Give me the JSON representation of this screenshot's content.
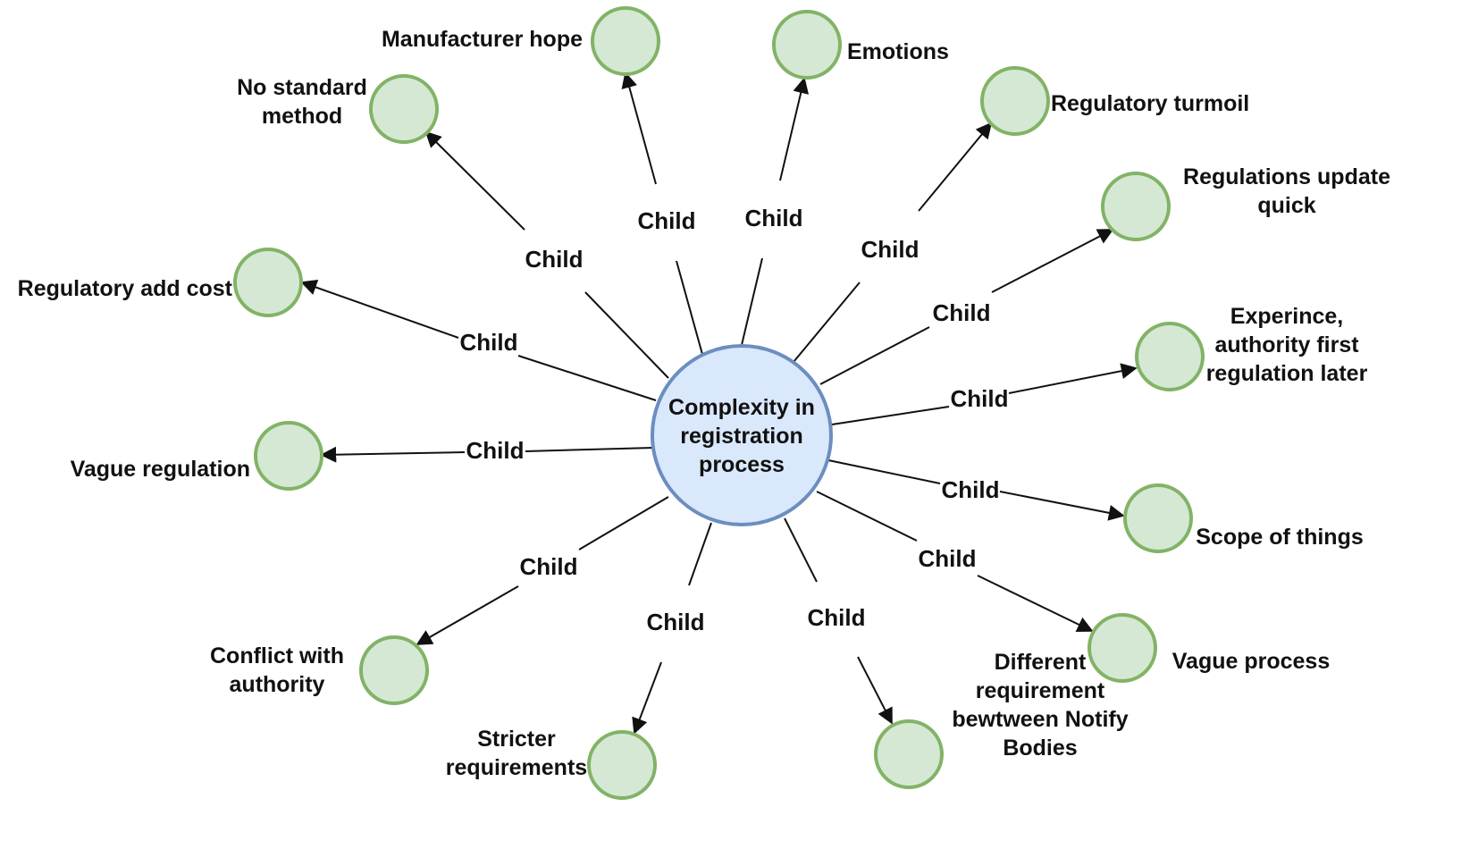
{
  "center": {
    "lines": [
      "Complexity in",
      "registration",
      "process"
    ],
    "fill": "#dae8fc",
    "stroke": "#6c8ebf"
  },
  "child_style": {
    "fill": "#d5e8d4",
    "stroke": "#82b366"
  },
  "edge_label": "Child",
  "children": [
    {
      "id": "manufacturer-hope",
      "lines": [
        "Manufacturer hope"
      ]
    },
    {
      "id": "emotions",
      "lines": [
        "Emotions"
      ]
    },
    {
      "id": "regulatory-turmoil",
      "lines": [
        "Regulatory turmoil"
      ]
    },
    {
      "id": "regulations-update-quick",
      "lines": [
        "Regulations update",
        "quick"
      ]
    },
    {
      "id": "experience-authority-first",
      "lines": [
        "Experince,",
        "authority first",
        "regulation later"
      ]
    },
    {
      "id": "scope-of-things",
      "lines": [
        "Scope of things"
      ]
    },
    {
      "id": "vague-process",
      "lines": [
        "Vague process"
      ]
    },
    {
      "id": "different-requirement",
      "lines": [
        "Different",
        "requirement",
        "bewtween Notify",
        "Bodies"
      ]
    },
    {
      "id": "stricter-requirements",
      "lines": [
        "Stricter",
        "requirements"
      ]
    },
    {
      "id": "conflict-with-authority",
      "lines": [
        "Conflict with",
        "authority"
      ]
    },
    {
      "id": "vague-regulation",
      "lines": [
        "Vague regulation"
      ]
    },
    {
      "id": "regulatory-add-cost",
      "lines": [
        "Regulatory add cost"
      ]
    },
    {
      "id": "no-standard-method",
      "lines": [
        "No standard",
        "method"
      ]
    }
  ]
}
